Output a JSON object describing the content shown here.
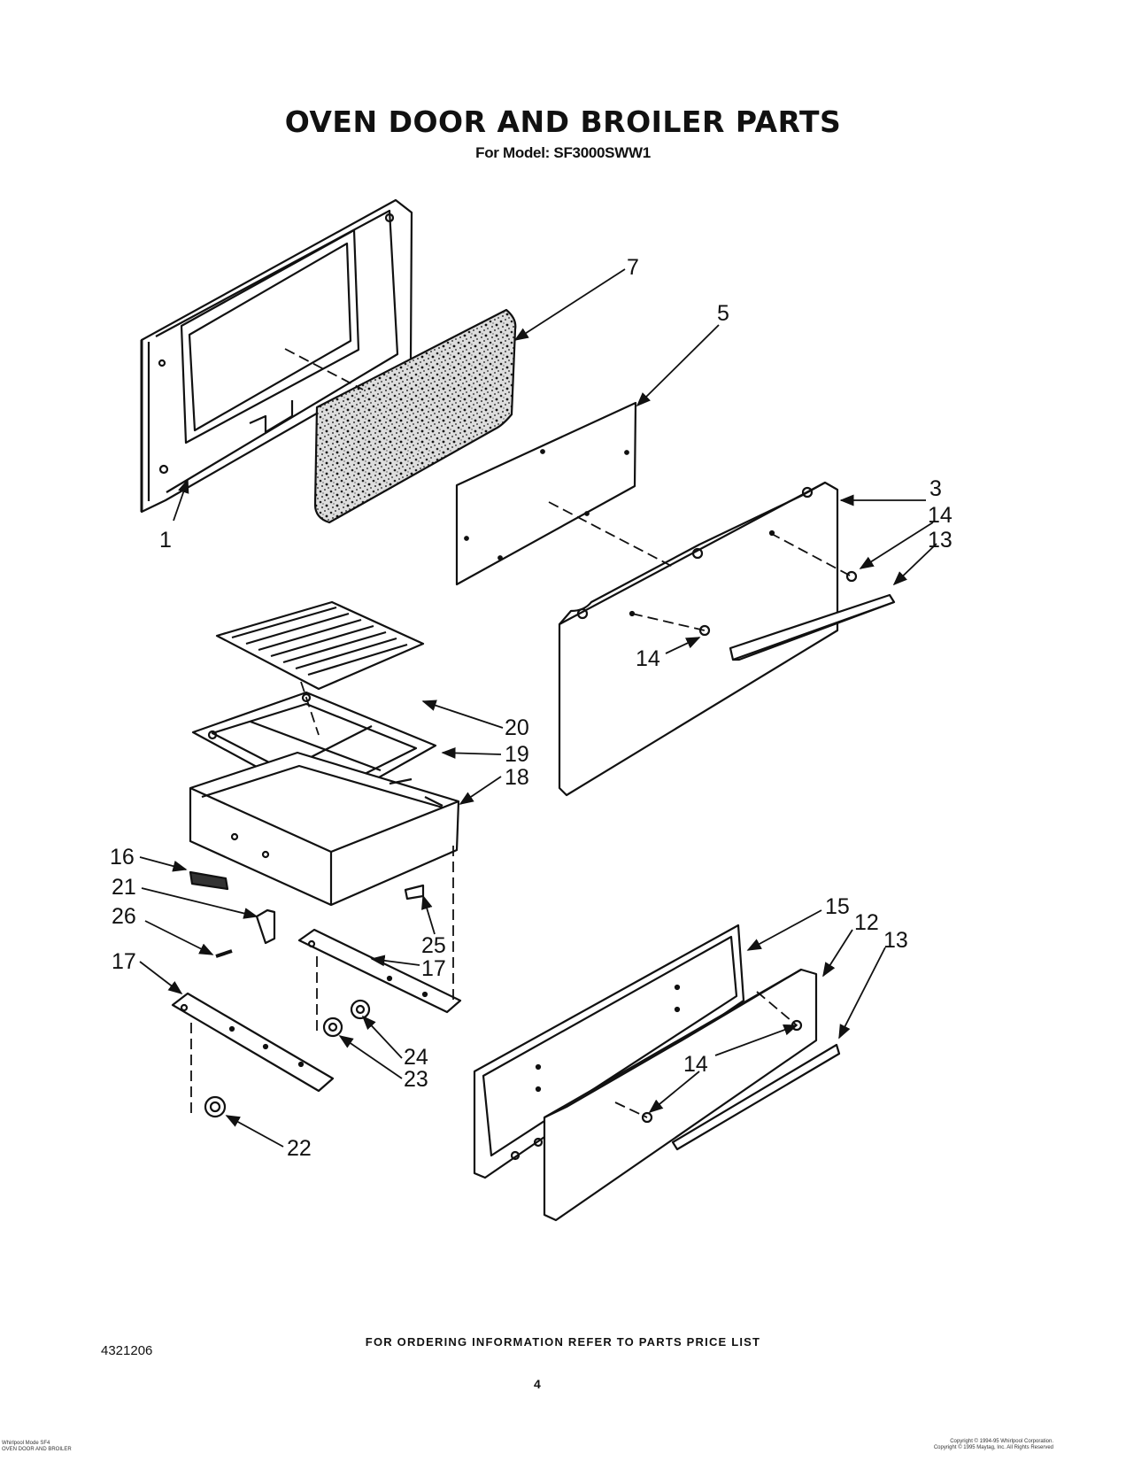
{
  "header": {
    "title": "OVEN DOOR AND BROILER PARTS",
    "model": "For Model: SF3000SWW1"
  },
  "callouts": [
    {
      "id": "c1",
      "label": "1"
    },
    {
      "id": "c7",
      "label": "7"
    },
    {
      "id": "c5",
      "label": "5"
    },
    {
      "id": "c3",
      "label": "3"
    },
    {
      "id": "c14a",
      "label": "14"
    },
    {
      "id": "c13a",
      "label": "13"
    },
    {
      "id": "c14b",
      "label": "14"
    },
    {
      "id": "c20",
      "label": "20"
    },
    {
      "id": "c19",
      "label": "19"
    },
    {
      "id": "c18",
      "label": "18"
    },
    {
      "id": "c16",
      "label": "16"
    },
    {
      "id": "c21",
      "label": "21"
    },
    {
      "id": "c26",
      "label": "26"
    },
    {
      "id": "c25",
      "label": "25"
    },
    {
      "id": "c17a",
      "label": "17"
    },
    {
      "id": "c17b",
      "label": "17"
    },
    {
      "id": "c24",
      "label": "24"
    },
    {
      "id": "c23",
      "label": "23"
    },
    {
      "id": "c22",
      "label": "22"
    },
    {
      "id": "c15",
      "label": "15"
    },
    {
      "id": "c12",
      "label": "12"
    },
    {
      "id": "c13b",
      "label": "13"
    },
    {
      "id": "c14c",
      "label": "14"
    }
  ],
  "footer": {
    "ordering_note": "FOR ORDERING INFORMATION REFER TO PARTS PRICE LIST",
    "doc_number": "4321206",
    "page": "4",
    "fine_left_1": "Whirlpool Mode  SF4",
    "fine_left_2": "OVEN DOOR AND BROILER",
    "fine_right_1": "Copyright © 1994-95 Whirlpool Corporation.",
    "fine_right_2": "Copyright © 1995 Maytag, Inc. All Rights Reserved"
  }
}
